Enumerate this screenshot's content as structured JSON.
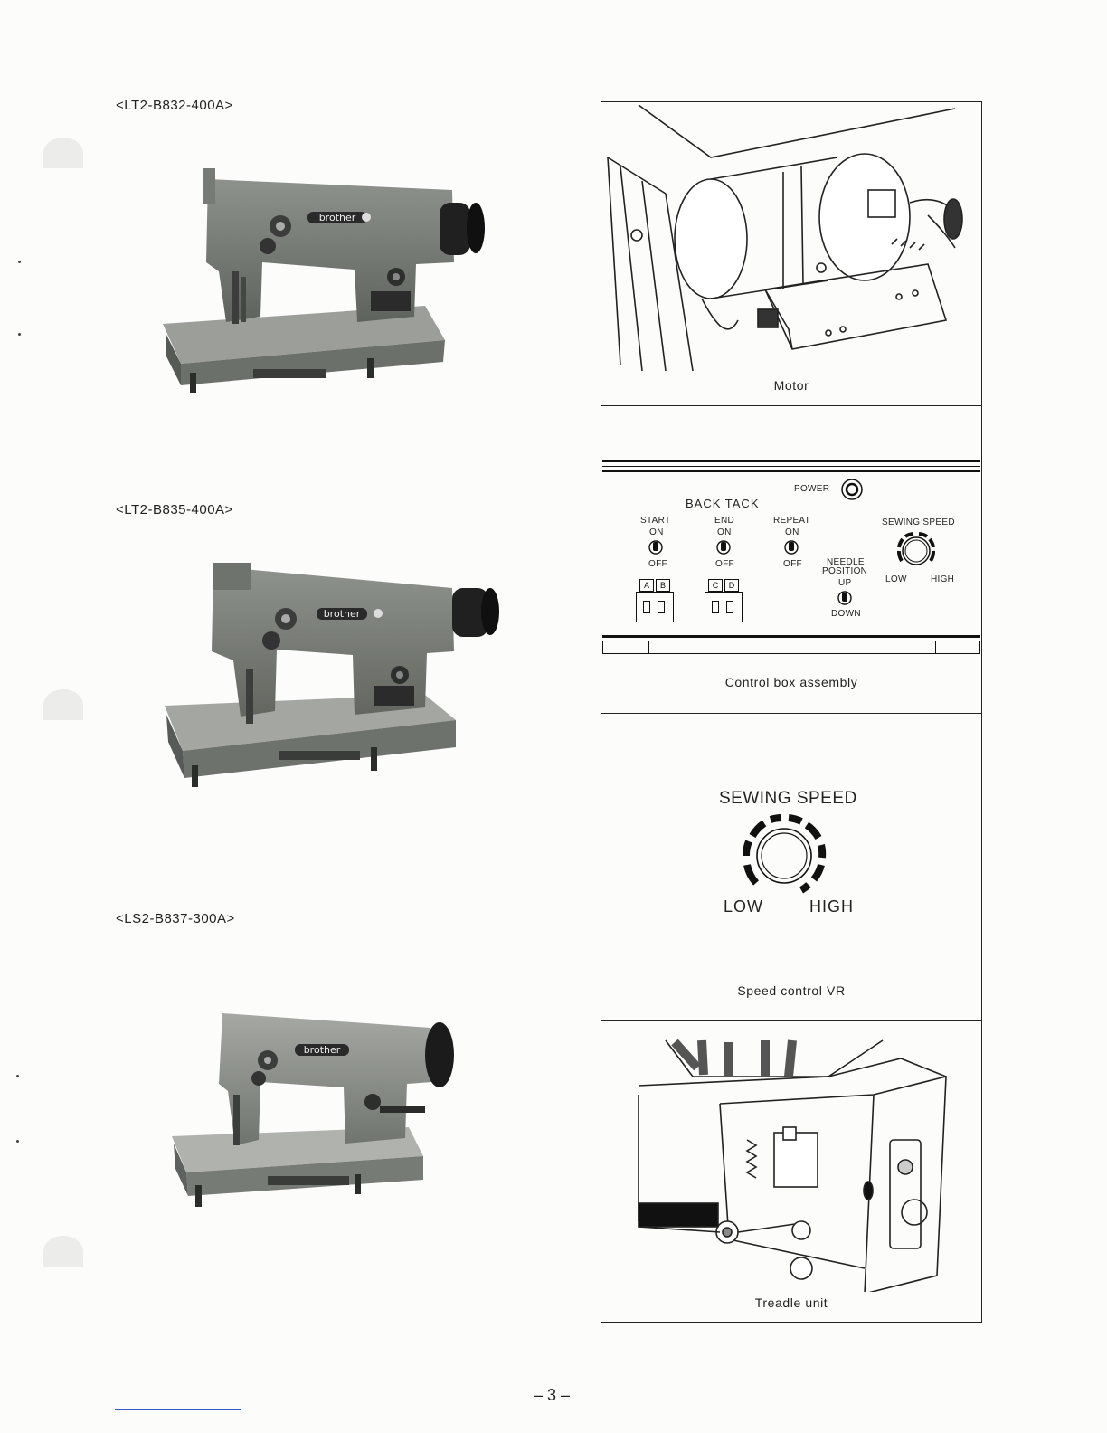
{
  "models": [
    {
      "label": "<LT2-B832-400A>"
    },
    {
      "label": "<LT2-B835-400A>"
    },
    {
      "label": "<LS2-B837-300A>"
    }
  ],
  "brand_badge": "brother",
  "figures": {
    "motor": {
      "caption": "Motor"
    },
    "control_box": {
      "caption": "Control box assembly",
      "power": "POWER",
      "back_tack": "BACK TACK",
      "start": "START",
      "end": "END",
      "repeat": "REPEAT",
      "on": "ON",
      "off": "OFF",
      "needle_position": "NEEDLE",
      "needle_position_2": "POSITION",
      "up": "UP",
      "down": "DOWN",
      "sewing_speed": "SEWING SPEED",
      "low": "LOW",
      "high": "HIGH",
      "switch_a": "A",
      "switch_b": "B",
      "switch_c": "C",
      "switch_d": "D"
    },
    "speed_control": {
      "caption": "Speed control VR",
      "title": "SEWING SPEED",
      "low": "LOW",
      "high": "HIGH"
    },
    "treadle": {
      "caption": "Treadle unit"
    }
  },
  "page_number": "– 3 –"
}
